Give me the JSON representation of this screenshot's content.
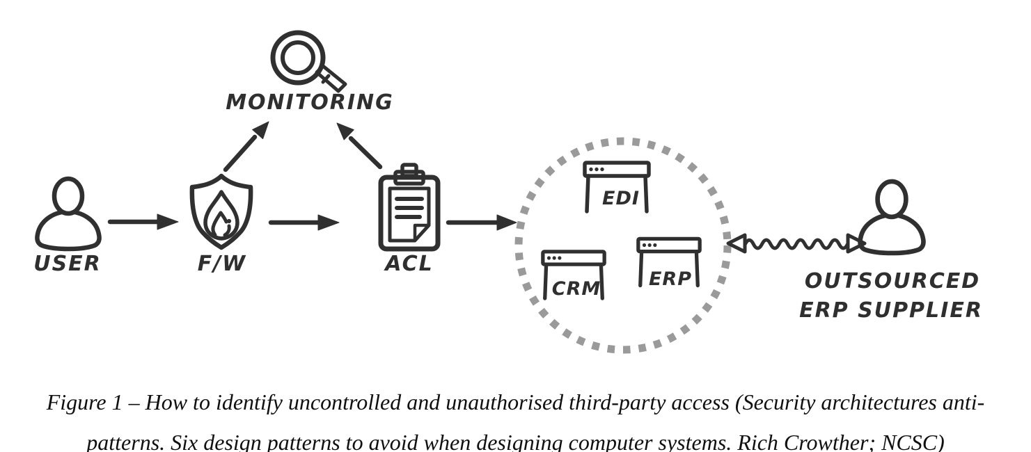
{
  "figure": {
    "caption_line1": "Figure 1 – How to identify uncontrolled and unauthorised third-party access (Security architectures anti-",
    "caption_line2": "patterns. Six design patterns to avoid when designing computer systems. Rich Crowther; NCSC)"
  },
  "diagram": {
    "type": "hand-drawn security architecture flow",
    "nodes": {
      "user": {
        "label": "USER",
        "icon": "person-icon"
      },
      "firewall": {
        "label": "F/W",
        "icon": "shield-flame-icon"
      },
      "monitoring": {
        "label": "MONITORING",
        "icon": "magnifier-icon"
      },
      "acl": {
        "label": "ACL",
        "icon": "clipboard-icon"
      },
      "edi": {
        "label": "EDI",
        "icon": "app-window-icon"
      },
      "crm": {
        "label": "CRM",
        "icon": "app-window-icon"
      },
      "erp": {
        "label": "ERP",
        "icon": "app-window-icon"
      },
      "supplier": {
        "label_line1": "OUTSOURCED",
        "label_line2": "ERP SUPPLIER",
        "icon": "person-icon"
      }
    },
    "edges": [
      {
        "from": "user",
        "to": "firewall",
        "style": "solid-arrow"
      },
      {
        "from": "firewall",
        "to": "monitoring",
        "style": "solid-arrow"
      },
      {
        "from": "firewall",
        "to": "acl",
        "style": "solid-arrow"
      },
      {
        "from": "acl",
        "to": "monitoring",
        "style": "solid-arrow"
      },
      {
        "from": "acl",
        "to": "trust-boundary",
        "style": "solid-arrow"
      },
      {
        "from": "trust-boundary",
        "to": "supplier",
        "style": "wavy-double-headed-arrow"
      }
    ],
    "trust_boundary": {
      "shape": "dotted-circle",
      "contains": [
        "edi",
        "crm",
        "erp"
      ]
    },
    "colors": {
      "ink": "#303030",
      "boundary_dots": "#9a9a9a",
      "background": "#ffffff",
      "caption_text": "#101010"
    }
  }
}
